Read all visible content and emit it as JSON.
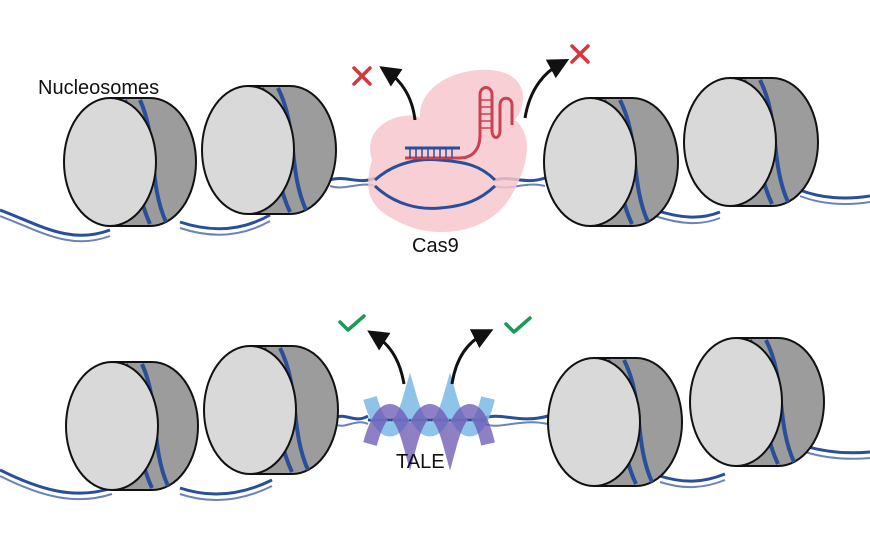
{
  "labels": {
    "nucleosomes": "Nucleosomes",
    "cas9": "Cas9",
    "tale": "TALE"
  },
  "colors": {
    "dna_blue": "#2a4f9a",
    "nucleosome_face": "#d9d9d9",
    "nucleosome_side": "#9c9c9c",
    "cas9_blob": "#f6c7cc",
    "guide_rna": "#c8434f",
    "blocked_x": "#d8363d",
    "allowed_check": "#1a9a55",
    "tale_light": "#7db8e6",
    "tale_dark": "#6a56b2"
  },
  "icons": {
    "blocked": "x-mark-icon",
    "allowed": "check-mark-icon"
  }
}
